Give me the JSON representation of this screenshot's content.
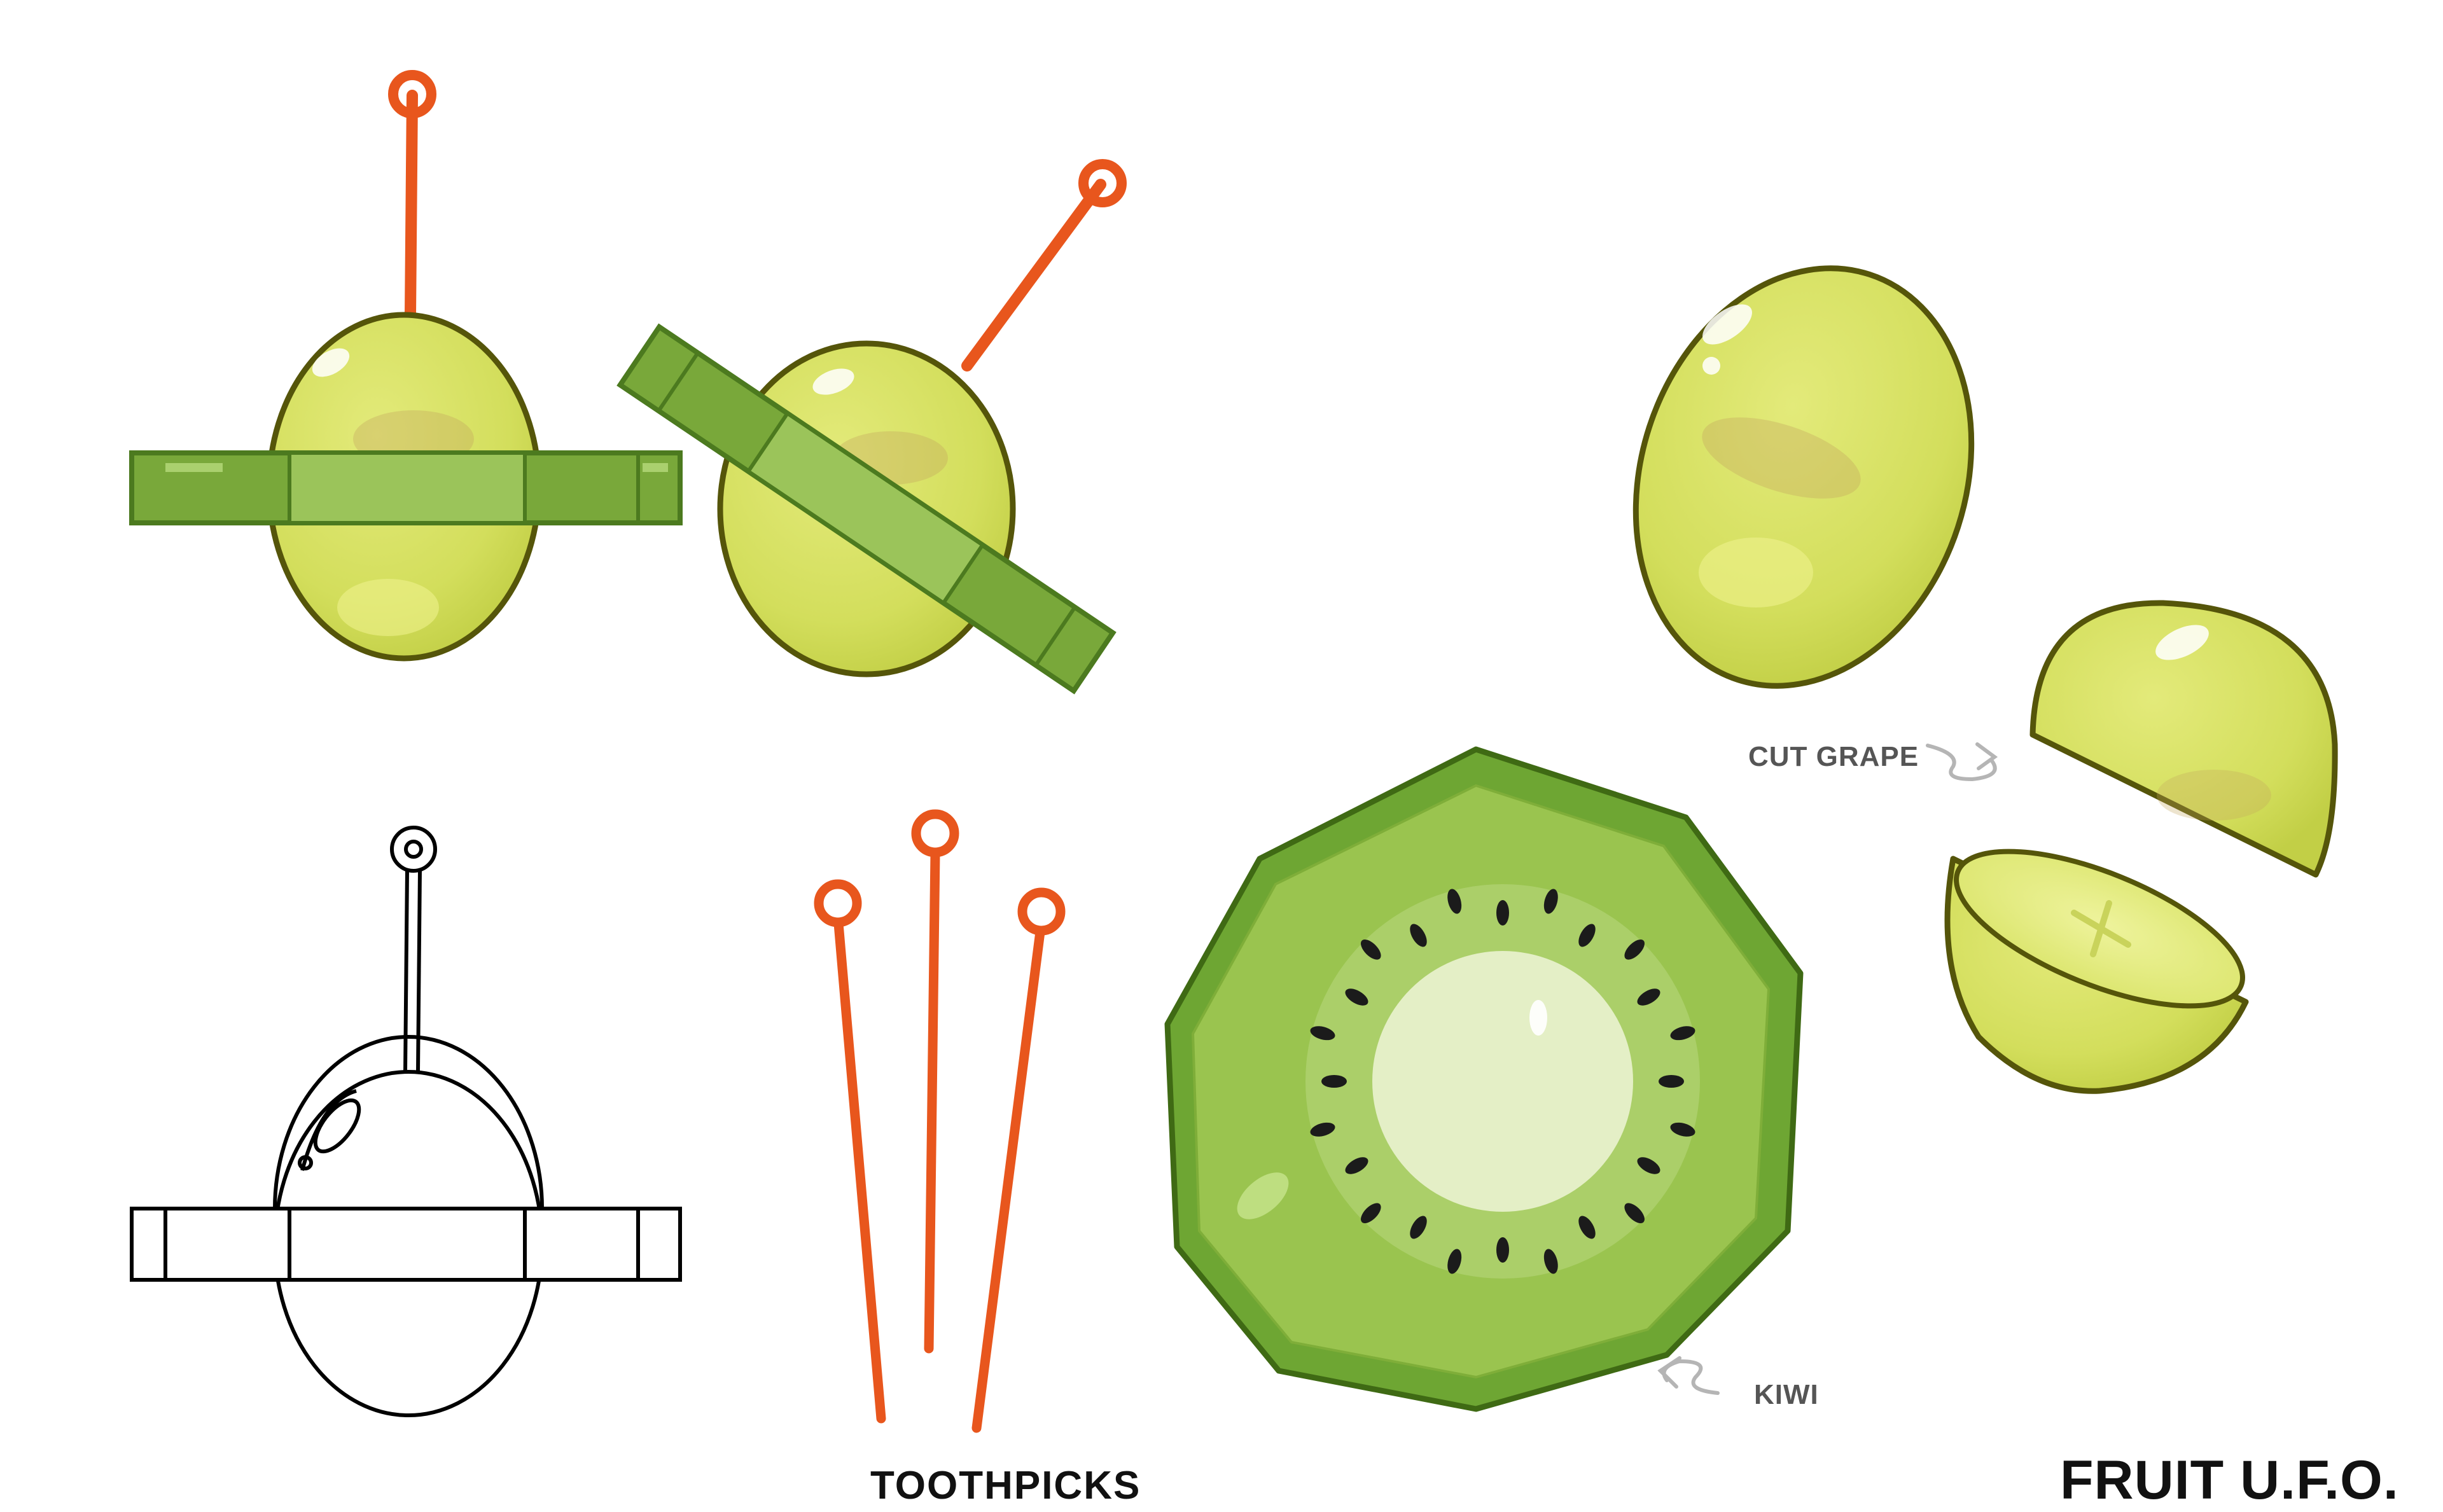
{
  "labels": {
    "toothpicks": "TOOTHPICKS",
    "kiwi": "KIWI",
    "cut_grape": "CUT GRAPE",
    "title": "FRUIT U.F.O."
  },
  "colors": {
    "grape_fill": "#d5e060",
    "grape_outline": "#55550a",
    "grape_blush": "#c2a45e",
    "celery_dark": "#6f9e32",
    "celery_light": "#9bc45a",
    "celery_outline": "#4c7a1f",
    "toothpick": "#e8561d",
    "kiwi_skin": "#6ea633",
    "kiwi_flesh": "#9ac44f",
    "kiwi_core": "#e4efc6",
    "kiwi_seed": "#1b1b1b",
    "sketch_line": "#000000",
    "arrow": "#b5b5b5"
  },
  "icons": {
    "assembled_vertical": "fruit-ufo-vertical",
    "assembled_tilted": "fruit-ufo-tilted",
    "line_sketch": "fruit-ufo-line-drawing",
    "whole_grape": "whole-grape",
    "cut_grape": "cut-grape",
    "kiwi": "kiwi-slice",
    "toothpicks": "toothpick-set"
  }
}
